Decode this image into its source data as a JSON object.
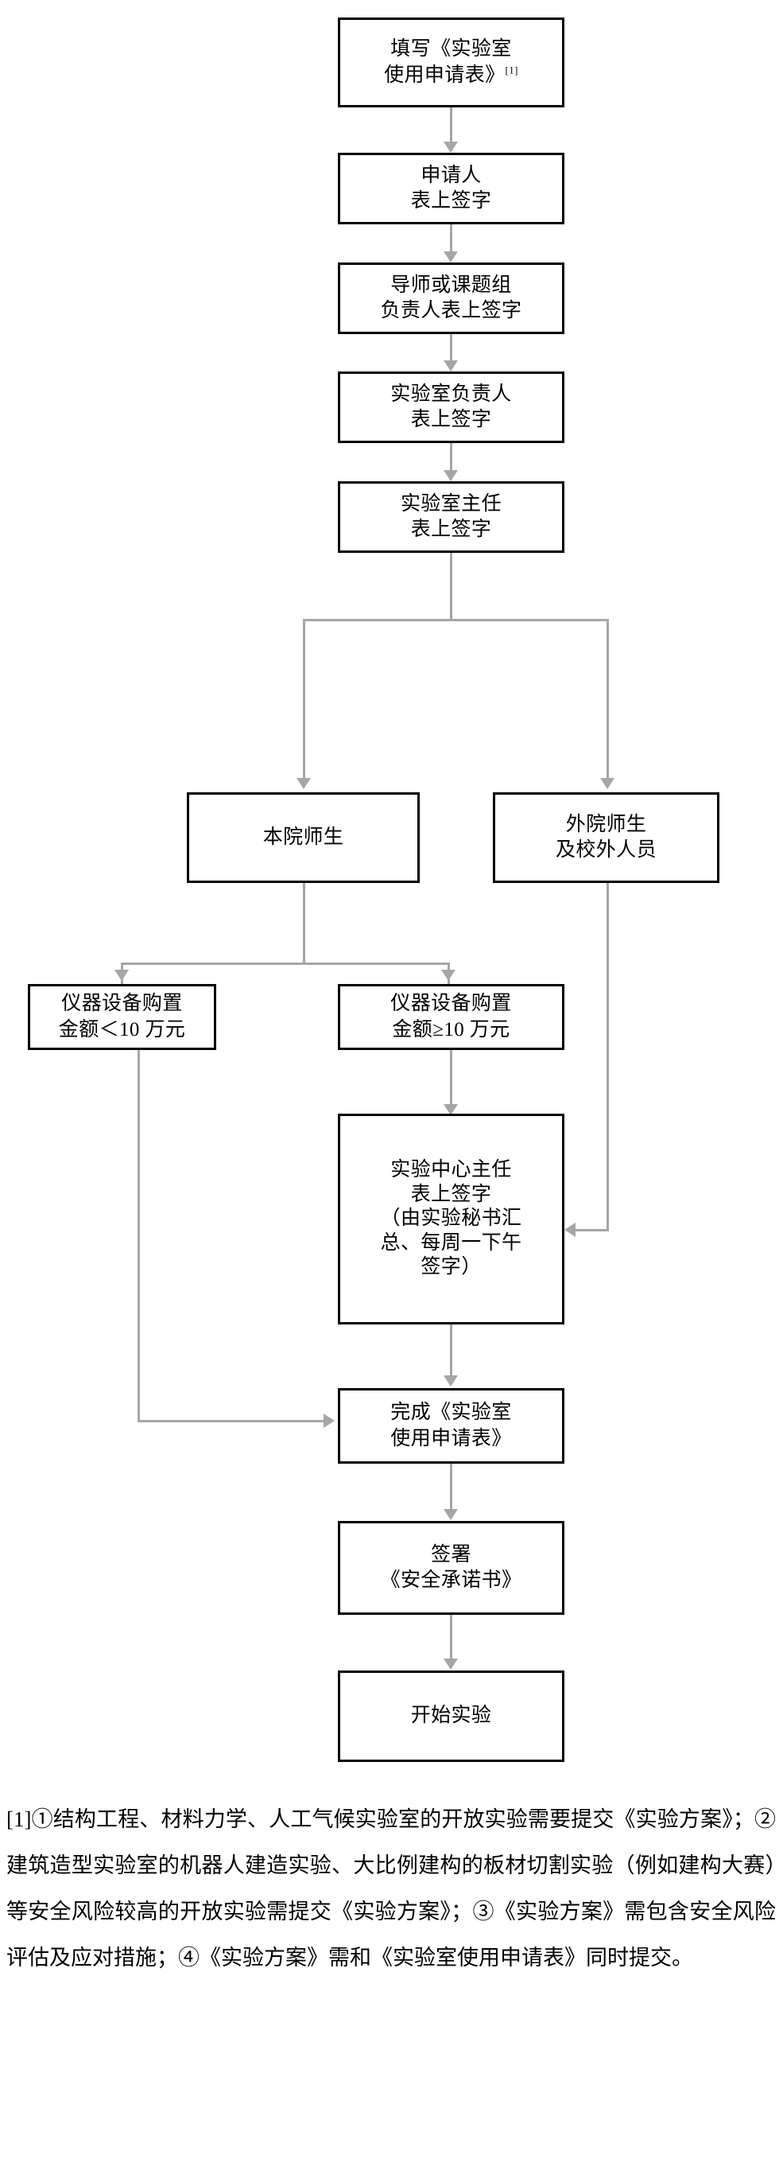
{
  "document": {
    "type": "flowchart",
    "title": "实验室使用申请流程图",
    "language": "zh-CN"
  },
  "flowchart": {
    "nodes": [
      {
        "id": "fill-form",
        "lines": [
          "填写《实验室",
          "使用申请表》"
        ],
        "superscript": "[1]"
      },
      {
        "id": "applicant-sign",
        "lines": [
          "申请人",
          "表上签字"
        ]
      },
      {
        "id": "advisor-sign",
        "lines": [
          "导师或课题组",
          "负责人表上签字"
        ]
      },
      {
        "id": "lab-head-sign",
        "lines": [
          "实验室负责人",
          "表上签字"
        ]
      },
      {
        "id": "lab-director-sign",
        "lines": [
          "实验室主任",
          "表上签字"
        ]
      },
      {
        "id": "internal-staff",
        "lines": [
          "本院师生"
        ]
      },
      {
        "id": "external-staff",
        "lines": [
          "外院师生",
          "及校外人员"
        ]
      },
      {
        "id": "equipment-under-100k",
        "lines": [
          "仪器设备购置",
          "金额＜10 万元"
        ]
      },
      {
        "id": "equipment-over-100k",
        "lines": [
          "仪器设备购置",
          "金额≥10 万元"
        ]
      },
      {
        "id": "center-director-sign",
        "lines": [
          "实验中心主任",
          "表上签字",
          "（由实验秘书汇",
          "总、每周一下午",
          "签字）"
        ]
      },
      {
        "id": "complete-form",
        "lines": [
          "完成《实验室",
          "使用申请表》"
        ]
      },
      {
        "id": "sign-safety-pledge",
        "lines": [
          "签署",
          "《安全承诺书》"
        ]
      },
      {
        "id": "start-experiment",
        "lines": [
          "开始实验"
        ]
      }
    ],
    "edges": [
      {
        "from": "fill-form",
        "to": "applicant-sign",
        "style": "straight-down"
      },
      {
        "from": "applicant-sign",
        "to": "advisor-sign",
        "style": "straight-down"
      },
      {
        "from": "advisor-sign",
        "to": "lab-head-sign",
        "style": "straight-down"
      },
      {
        "from": "lab-head-sign",
        "to": "lab-director-sign",
        "style": "straight-down"
      },
      {
        "from": "lab-director-sign",
        "to": "internal-staff",
        "style": "split-left"
      },
      {
        "from": "lab-director-sign",
        "to": "external-staff",
        "style": "split-right"
      },
      {
        "from": "internal-staff",
        "to": "equipment-under-100k",
        "style": "split-left"
      },
      {
        "from": "internal-staff",
        "to": "equipment-over-100k",
        "style": "split-right"
      },
      {
        "from": "equipment-over-100k",
        "to": "center-director-sign",
        "style": "straight-down"
      },
      {
        "from": "external-staff",
        "to": "center-director-sign",
        "style": "down-then-left"
      },
      {
        "from": "center-director-sign",
        "to": "complete-form",
        "style": "straight-down"
      },
      {
        "from": "equipment-under-100k",
        "to": "complete-form",
        "style": "down-then-right"
      },
      {
        "from": "complete-form",
        "to": "sign-safety-pledge",
        "style": "straight-down"
      },
      {
        "from": "sign-safety-pledge",
        "to": "start-experiment",
        "style": "straight-down"
      }
    ],
    "colors": {
      "node_border": "#000000",
      "node_fill": "#ffffff",
      "connector": "#a6a6a6",
      "text": "#000000"
    }
  },
  "footnote": {
    "marker": "[1]",
    "text": "[1]①结构工程、材料力学、人工气候实验室的开放实验需要提交《实验方案》；②建筑造型实验室的机器人建造实验、大比例建构的板材切割实验（例如建构大赛）等安全风险较高的开放实验需提交《实验方案》；③《实验方案》需包含安全风险评估及应对措施；④《实验方案》需和《实验室使用申请表》同时提交。"
  }
}
